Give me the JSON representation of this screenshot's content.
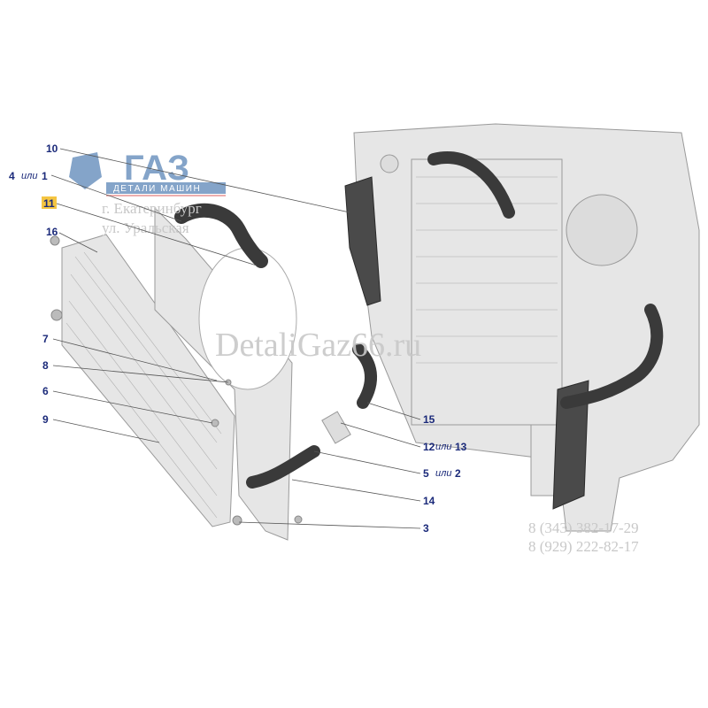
{
  "logo": {
    "brand": "ГАЗ",
    "subtitle": "ДЕТАЛИ МАШИН"
  },
  "address": {
    "city": "г. Екатеринбург",
    "street": "ул. Уральская"
  },
  "watermark": "DetaliGaz66.ru",
  "phones": [
    "8 (343) 382-17-29",
    "8 (929) 222-82-17"
  ],
  "callouts": {
    "c10": "10",
    "c4": "4",
    "c4_or": "или",
    "c1": "1",
    "c11": "11",
    "c16": "16",
    "c7": "7",
    "c8": "8",
    "c6": "6",
    "c9": "9",
    "c15": "15",
    "c12": "12",
    "c12_or": "или",
    "c13": "13",
    "c5": "5",
    "c5_or": "или",
    "c2": "2",
    "c14": "14",
    "c3": "3"
  },
  "colors": {
    "label": "#1b2a7a",
    "highlight": "#f5c542",
    "logo": "#5b86b8"
  }
}
